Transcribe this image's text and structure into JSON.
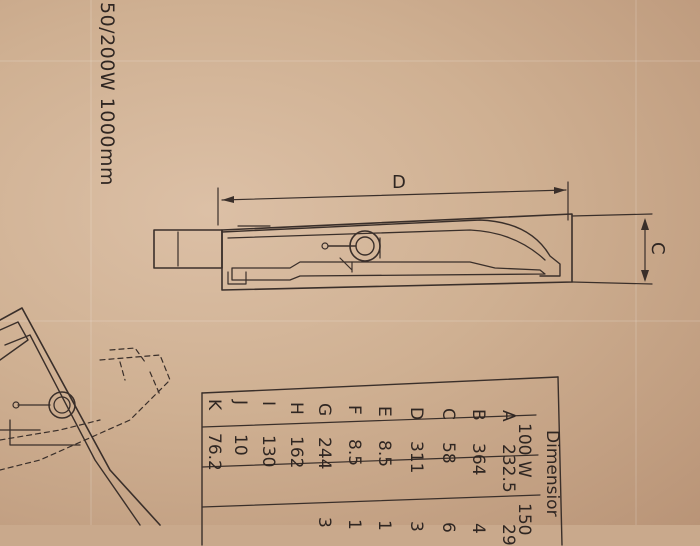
{
  "document": {
    "caption": "50/200W 1000mm",
    "dimension_labels": {
      "d": "D",
      "c": "C"
    },
    "table": {
      "title": "Dimensior",
      "header": [
        "100 W",
        "150"
      ],
      "rows": [
        {
          "key": "A",
          "v100": "232.5",
          "v150": "29"
        },
        {
          "key": "B",
          "v100": "364",
          "v150": "4"
        },
        {
          "key": "C",
          "v100": "58",
          "v150": "6"
        },
        {
          "key": "D",
          "v100": "311",
          "v150": "3"
        },
        {
          "key": "E",
          "v100": "8.5",
          "v150": "1"
        },
        {
          "key": "F",
          "v100": "8.5",
          "v150": "1"
        },
        {
          "key": "G",
          "v100": "244",
          "v150": "3"
        },
        {
          "key": "H",
          "v100": "162",
          "v150": ""
        },
        {
          "key": "I",
          "v100": "130",
          "v150": ""
        },
        {
          "key": "J",
          "v100": "10",
          "v150": ""
        },
        {
          "key": "K",
          "v100": "76.2",
          "v150": ""
        }
      ]
    }
  }
}
